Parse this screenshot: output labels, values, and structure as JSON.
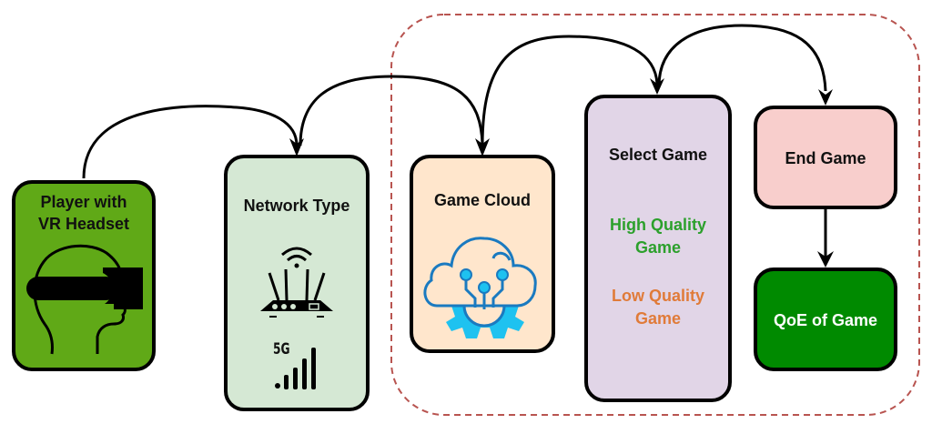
{
  "diagram": {
    "nodes": {
      "player": {
        "label_line1": "Player with",
        "label_line2": "VR Headset",
        "fill": "#60a917",
        "icon": "vr-headset-icon"
      },
      "network": {
        "label": "Network Type",
        "fill": "#d5e8d4",
        "icons": [
          "wifi-router-icon",
          "5g-signal-icon"
        ],
        "signal_text": "5G"
      },
      "cloud": {
        "label": "Game Cloud",
        "fill": "#ffe6cc",
        "icon": "cloud-gear-icon"
      },
      "select": {
        "label": "Select Game",
        "fill": "#e1d5e7",
        "options": [
          {
            "line1": "High Quality",
            "line2": "Game",
            "color": "#2ca02c"
          },
          {
            "line1": "Low Quality",
            "line2": "Game",
            "color": "#e07b39"
          }
        ]
      },
      "end": {
        "label": "End Game",
        "fill": "#f8cecc"
      },
      "qoe": {
        "label": "QoE of Game",
        "fill": "#008a00",
        "text_color": "#ffffff"
      }
    },
    "edges": [
      {
        "from": "player",
        "to": "network"
      },
      {
        "from": "network",
        "to": "cloud"
      },
      {
        "from": "cloud",
        "to": "select"
      },
      {
        "from": "select",
        "to": "end"
      },
      {
        "from": "end",
        "to": "qoe"
      }
    ],
    "group": {
      "style": "dashed",
      "color": "#b85450",
      "contains": [
        "cloud",
        "select",
        "end",
        "qoe"
      ]
    }
  }
}
